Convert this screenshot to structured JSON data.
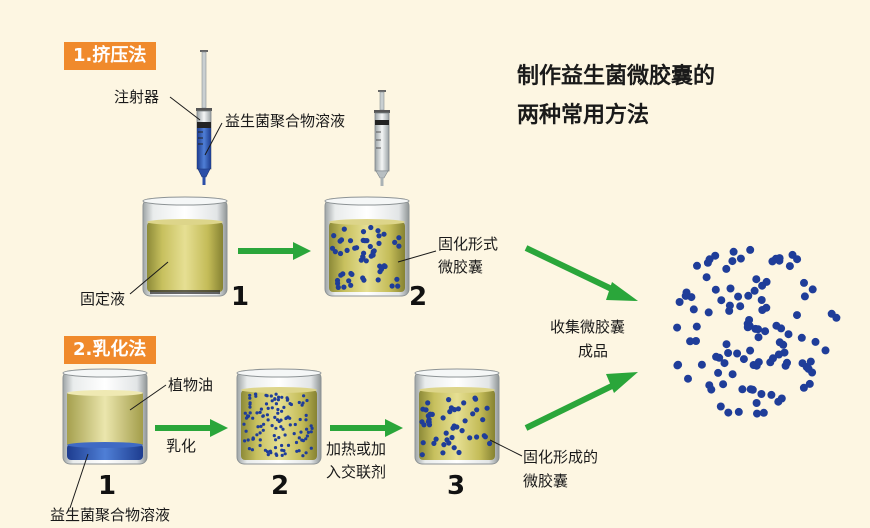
{
  "title": {
    "line1": "制作益生菌微胶囊的",
    "line2": "两种常用方法"
  },
  "method1": {
    "badge": "1.挤压法",
    "syringe_label": "注射器",
    "solution_label": "益生菌聚合物溶液",
    "fixative_label": "固定液",
    "capsule_label_line1": "固化形式",
    "capsule_label_line2": "微胶囊",
    "step1": "1",
    "step2": "2"
  },
  "method2": {
    "badge": "2.乳化法",
    "oil_label": "植物油",
    "emulsify_label": "乳化",
    "solution_label": "益生菌聚合物溶液",
    "heat_label_line1": "加热或加",
    "heat_label_line2": "入交联剂",
    "capsule_label_line1": "固化形成的",
    "capsule_label_line2": "微胶囊",
    "step1": "1",
    "step2": "2",
    "step3": "3"
  },
  "collect": {
    "line1": "收集微胶囊",
    "line2": "成品"
  },
  "colors": {
    "background": "#fdf6e2",
    "badge": "#f08a2c",
    "arrow": "#2aa63a",
    "bead": "#1f3d99",
    "liquid": "#c9c062",
    "oil": "#d6d07c",
    "polymer": "#2f57b8"
  }
}
